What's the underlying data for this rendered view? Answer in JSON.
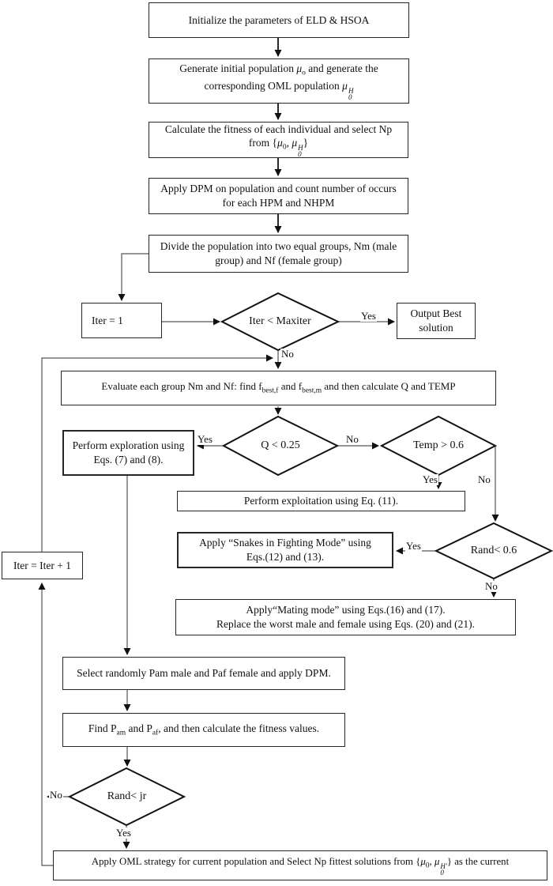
{
  "flow": {
    "init": "Initialize the parameters of ELD & HSOA",
    "generate": {
      "p1": "Generate initial population ",
      "mu1": "μ",
      "mu1sub": "o",
      "p2": " and generate the",
      "l2p1": "corresponding OML population ",
      "mu2": "μ",
      "mu2sup": "H",
      "mu2sub": "0"
    },
    "fitness": {
      "l1": "Calculate the fitness of each individual and select Np",
      "l2p1": "from {",
      "mu1": "μ",
      "mu1sub": "0",
      "sep": ", ",
      "mu2": "μ",
      "mu2sup": "H",
      "mu2sub": "0",
      "l2p2": "}"
    },
    "dpm": {
      "l1": "Apply DPM on population and count number of occurs",
      "l2": "for each HPM and NHPM"
    },
    "divide": {
      "l1": "Divide the population into two equal groups, Nm (male",
      "l2": "group) and Nf (female group)"
    },
    "iter1": "Iter = 1",
    "output": {
      "l1": "Output Best",
      "l2": "solution"
    },
    "evaluate": {
      "p1": "Evaluate each group Nm and Nf: find f",
      "s1": "best,f",
      "p2": " and f",
      "s2": "best,m",
      "p3": " and then calculate Q and TEMP"
    },
    "exploration": {
      "l1": "Perform exploration using",
      "l2": "Eqs. (7) and (8)."
    },
    "exploitation": "Perform exploitation using Eq. (11).",
    "fighting": {
      "l1": "Apply “Snakes in Fighting Mode” using",
      "l2": "Eqs.(12) and (13)."
    },
    "mating": {
      "l1": "Apply“Mating mode” using Eqs.(16) and (17).",
      "l2": "Replace the worst male and female using Eqs. (20) and (21)."
    },
    "select_random": "Select randomly Pam male and Paf female and apply DPM.",
    "find": {
      "p1": "Find P",
      "s1": "am",
      "p2": " and P",
      "s2": "af",
      "p3": ", and then calculate the fitness values."
    },
    "iter_inc": "Iter = Iter + 1",
    "oml": {
      "p1": "Apply OML strategy for current population and Select Np fittest solutions from  {",
      "mu1": "μ",
      "mu1sub": "0",
      "sep": ", ",
      "mu2": "μ",
      "mu2sup": "H′",
      "mu2sub": "0",
      "p2": "} as the current"
    }
  },
  "decisions": {
    "iter_check": "Iter < Maxiter",
    "q_check": "Q < 0.25",
    "temp_check": "Temp > 0.6",
    "rand_check": "Rand< 0.6",
    "rand_jr": "Rand< jr"
  },
  "labels": {
    "yes": "Yes",
    "no": "No"
  },
  "colors": {
    "line": "#555555",
    "border": "#262626",
    "diamond_stroke": "#111111",
    "text": "#111111",
    "background": "#ffffff"
  }
}
